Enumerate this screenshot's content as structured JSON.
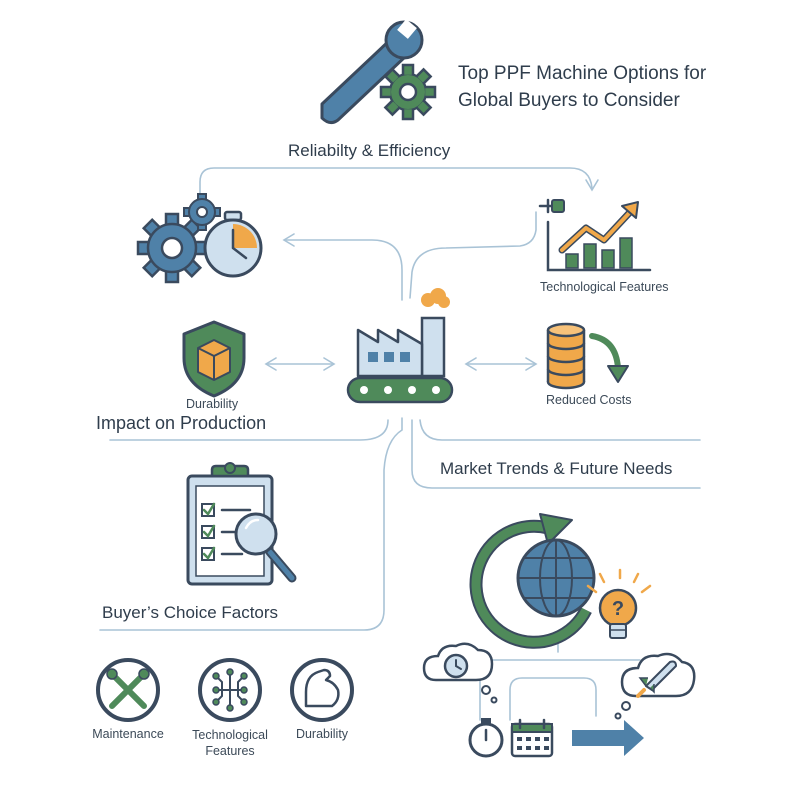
{
  "title": {
    "line1": "Top PPF Machine Options for",
    "line2": "Global Buyers to Consider"
  },
  "headings": {
    "reliability": "Reliabilty & Efficiency",
    "impact": "Impact on Production",
    "market": "Market Trends & Future Needs",
    "buyers": "Buyer’s Choice Factors"
  },
  "labels": {
    "tech_features_top": "Technological Features",
    "durability_top": "Durability",
    "reduced_costs": "Reduced Costs",
    "maintenance": "Maintenance",
    "tech_features_line1": "Technological",
    "tech_features_line2": "Features",
    "durability_bottom": "Durability"
  },
  "colors": {
    "navy": "#3a4a5e",
    "blue": "#4f81a8",
    "light_blue": "#cfe0ee",
    "green": "#4f8a5a",
    "orange": "#f0a84a",
    "connector": "#a9c3d6"
  },
  "icons": [
    "wrench-gear-icon",
    "gears-stopwatch-icon",
    "growth-chart-icon",
    "shield-box-icon",
    "factory-conveyor-icon",
    "coins-arrow-icon",
    "checklist-magnifier-icon",
    "globe-cycle-icon",
    "lightbulb-question-icon",
    "maintenance-tools-icon",
    "circuit-icon",
    "strength-icon",
    "clock-cloud-icon",
    "rocket-cloud-icon",
    "stopwatch-icon",
    "calendar-icon",
    "forward-arrow-icon"
  ]
}
